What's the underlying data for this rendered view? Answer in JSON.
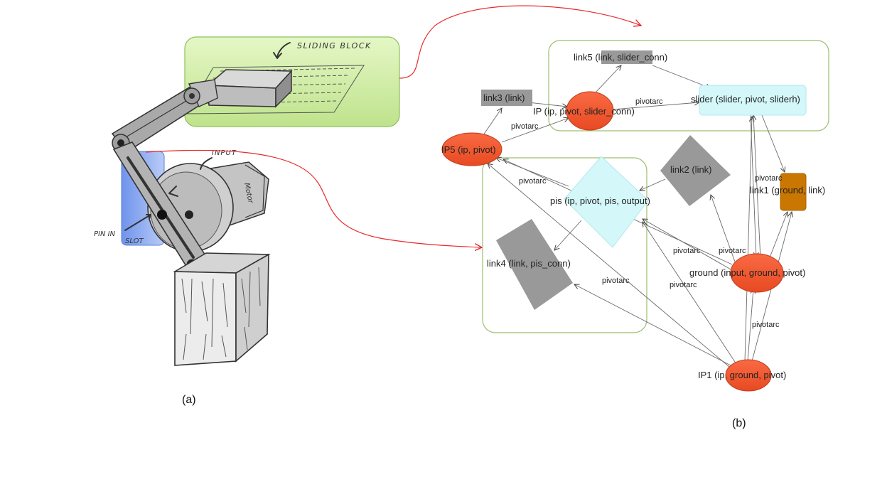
{
  "sketch": {
    "sliding_block_label": "SLIDING BLOCK",
    "input_label": "INPUT",
    "motor_label": "Motor",
    "pin_in_slot_label_1": "PIN IN",
    "pin_in_slot_label_2": "SLOT",
    "caption": "(a)"
  },
  "graph": {
    "caption": "(b)",
    "nodes": {
      "link5": "link5 (link, slider_conn)",
      "link3": "link3 (link)",
      "ip": "IP (ip, pivot, slider_conn)",
      "slider": "slider (slider, pivot, sliderh)",
      "ip5": "IP5 (ip, pivot)",
      "link2": "link2 (link)",
      "link1": "link1 (ground, link)",
      "pis": "pis (ip, pivot, pis, output)",
      "link4": "link4 (link, pis_conn)",
      "ground": "ground (input, ground, pivot)",
      "ip1": "IP1 (ip, ground, pivot)"
    },
    "edge_label": "pivotarc"
  },
  "colors": {
    "ellipse_node": "#f4572f",
    "ellipse_stroke": "#c0391b",
    "diamond_node": "#d4f7fa",
    "gray_node": "#999999",
    "orange_node": "#c97700",
    "group_border": "#9dbf6e",
    "sketch_highlight_green": "#cbeb9c",
    "sketch_highlight_blue": "#7d9ff0",
    "connector_red": "#e8282b"
  }
}
